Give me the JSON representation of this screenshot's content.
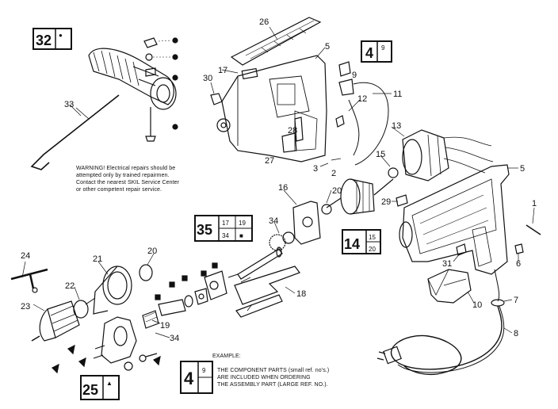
{
  "warning_lines": [
    "WARNING! Electrical repairs should be",
    "attempted only by trained repairmen.",
    "Contact the nearest SKIL Service Center",
    "or other competent repair service."
  ],
  "example": {
    "title": "EXAMPLE:",
    "box_big": "4",
    "box_small": "9",
    "lines": [
      "THE COMPONENT PARTS (small ref. no's.)",
      "ARE INCLUDED WHEN ORDERING",
      "THE ASSEMBLY PART (LARGE REF. NO.)."
    ]
  },
  "assembly_boxes": {
    "box32": {
      "big": "32",
      "small": "●"
    },
    "box4": {
      "big": "4",
      "small": "9"
    },
    "box35": {
      "big": "35",
      "small_tl": "17",
      "small_tr": "19",
      "small_bl": "34",
      "small_br": "■"
    },
    "box14": {
      "big": "14",
      "small_t": "15",
      "small_b": "20"
    },
    "box25": {
      "big": "25",
      "small": "▲"
    }
  },
  "part_numbers": {
    "p1": "1",
    "p2": "2",
    "p3": "3",
    "p5a": "5",
    "p5b": "5",
    "p6": "6",
    "p7": "7",
    "p8": "8",
    "p9": "9",
    "p10": "10",
    "p11": "11",
    "p12": "12",
    "p13": "13",
    "p15": "15",
    "p16": "16",
    "p17": "17",
    "p18": "18",
    "p19": "19",
    "p20a": "20",
    "p20b": "20",
    "p21": "21",
    "p22": "22",
    "p23": "23",
    "p24": "24",
    "p26": "26",
    "p27": "27",
    "p28": "28",
    "p29": "29",
    "p30": "30",
    "p31": "31",
    "p33": "33",
    "p34a": "34",
    "p34b": "34"
  }
}
